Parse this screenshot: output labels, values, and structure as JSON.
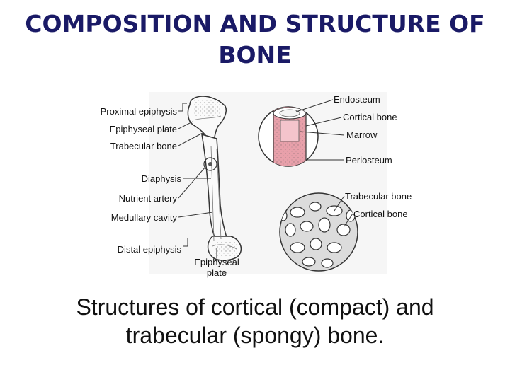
{
  "title": {
    "line1": "COMPOSITION AND STRUCTURE OF",
    "line2": "BONE"
  },
  "labels": {
    "proximal_epiphysis": "Proximal epiphysis",
    "epiphyseal_plate_left": "Epiphyseal plate",
    "trabecular_bone_left": "Trabecular bone",
    "diaphysis": "Diaphysis",
    "nutrient_artery": "Nutrient artery",
    "medullary_cavity": "Medullary cavity",
    "distal_epiphysis": "Distal epiphysis",
    "epiphyseal_plate_bottom_line1": "Epiphyseal",
    "epiphyseal_plate_bottom_line2": "plate",
    "endosteum": "Endosteum",
    "cortical_bone_top": "Cortical bone",
    "marrow": "Marrow",
    "periosteum": "Periosteum",
    "trabecular_bone_right": "Trabecular bone",
    "cortical_bone_bottom": "Cortical bone"
  },
  "caption": {
    "line1": "Structures of cortical (compact) and",
    "line2": "trabecular (spongy) bone."
  },
  "colors": {
    "title": "#1a1a66",
    "marrow_pink": "#e8a0aa"
  }
}
